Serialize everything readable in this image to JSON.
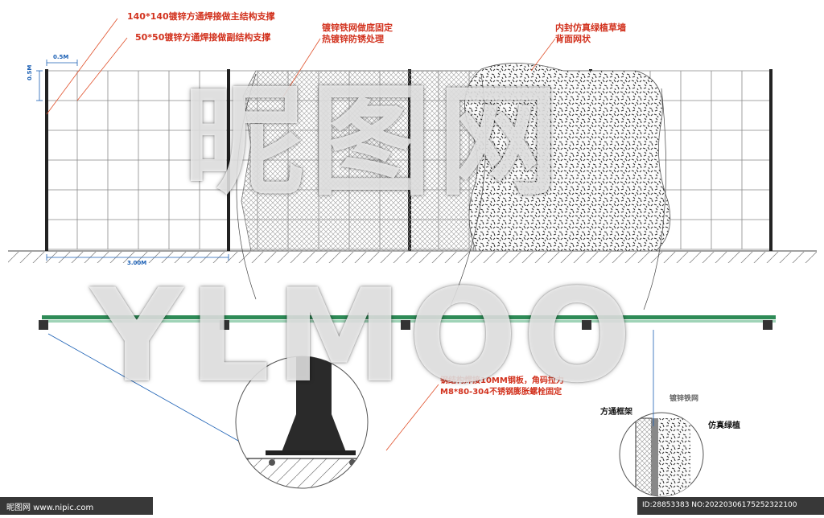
{
  "annotations": {
    "main_support": "140*140镀锌方通焊接做主结构支撑",
    "sub_support": "50*50镀锌方通焊接做副结构支撑",
    "mesh_base_1": "镀锌铁网做底固定",
    "mesh_base_2": "热镀锌防锈处理",
    "lawn_1": "内封仿真绿植草墙",
    "lawn_2": "背面网状",
    "weld_1": "钢结构焊接10MM钢板，角码拉力",
    "weld_2": "M8*80-304不锈钢膨胀螺栓固定",
    "frame": "方通框架",
    "mesh": "镀锌铁网",
    "plant": "仿真绿植"
  },
  "dimensions": {
    "top_width": "0.5M",
    "side_height": "0.5M",
    "bay_width": "3.00M"
  },
  "watermark": {
    "cn": "昵图网",
    "en": "YLMOO"
  },
  "footer": {
    "logo": "昵图网 www.nipic.com",
    "id": "ID:28853383 NO:20220306175252322100"
  },
  "colors": {
    "leader": "#e0502a",
    "dimension": "#1a5fb4",
    "glass": "#2e8b57",
    "steel": "#333333"
  }
}
